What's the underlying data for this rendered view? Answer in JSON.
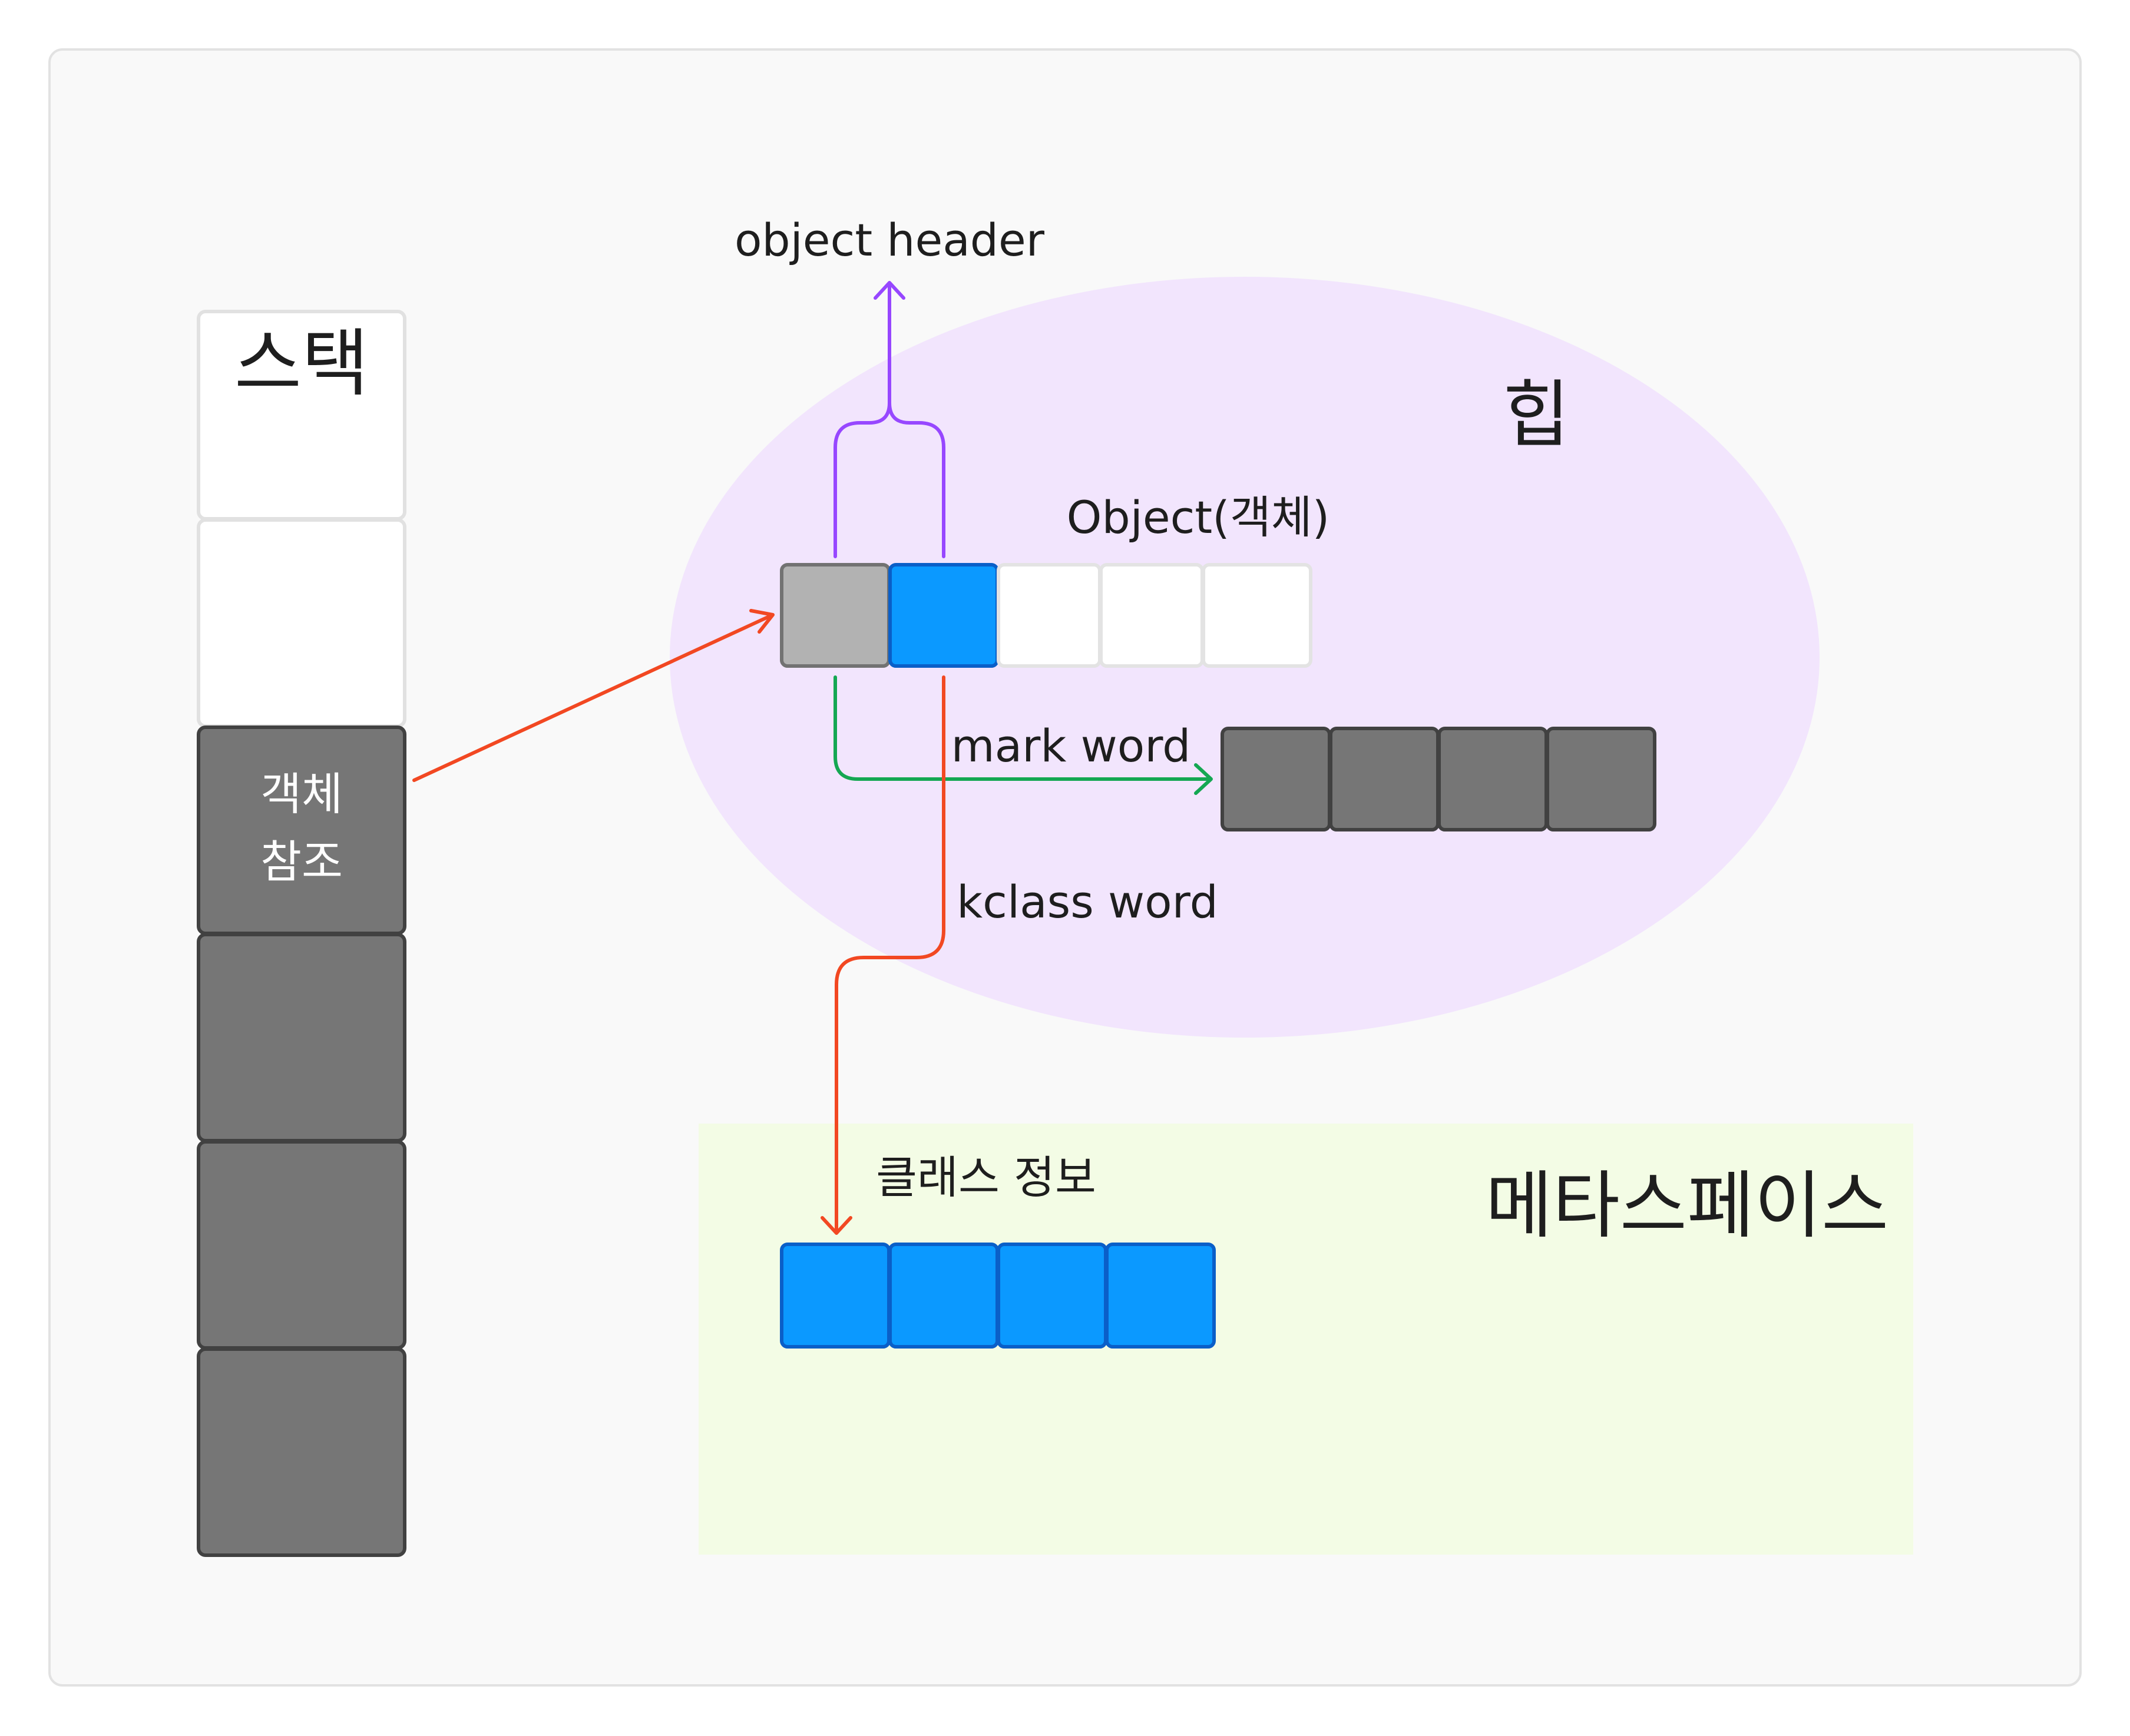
{
  "colors": {
    "frame_bg": "#f9f9f9",
    "frame_border": "#e2e2e2",
    "heap_fill": "#f2e5fd",
    "metaspace_fill": "#f3fce5",
    "stack_empty_fill": "#ffffff",
    "stack_empty_border": "#e1e1e1",
    "cell_dark_fill": "#767676",
    "cell_dark_border": "#414141",
    "header_mark_fill": "#b2b2b2",
    "header_mark_border": "#727272",
    "blue_fill": "#0b99ff",
    "blue_border": "#0a5fc8",
    "white_cell_border": "#e3e3e3",
    "purple": "#9747ff",
    "green": "#14a752",
    "red": "#f24822",
    "text_dark": "#1e1e1e",
    "text_light": "#ffffff"
  },
  "stack": {
    "title": "스택",
    "ref_line1": "객체",
    "ref_line2": "참조"
  },
  "heap": {
    "title": "힙",
    "object_label": "Object(객체)",
    "header_label": "object header",
    "mark_word_label": "mark word",
    "kclass_word_label": "kclass word"
  },
  "metaspace": {
    "title": "메타스페이스",
    "class_info_label": "클래스 정보"
  }
}
